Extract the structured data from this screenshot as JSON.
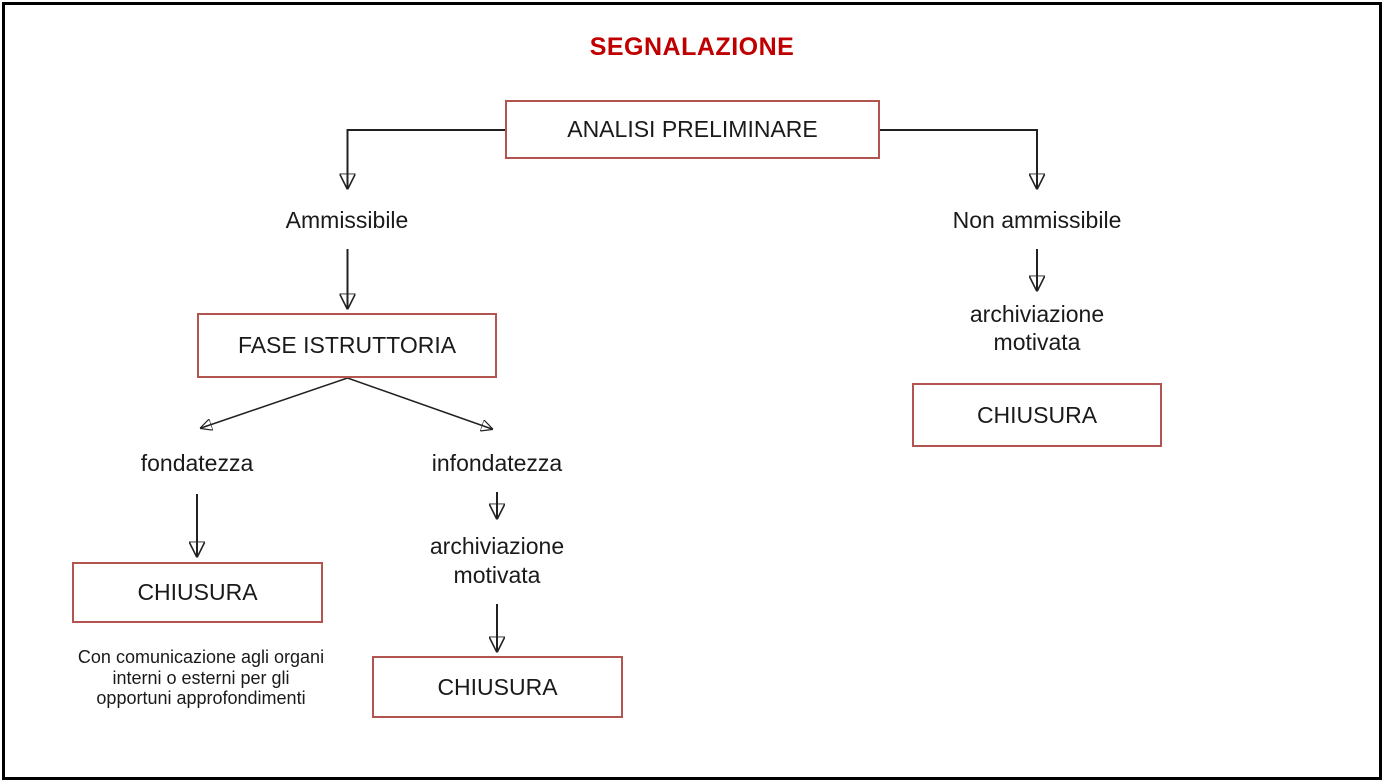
{
  "title": "SEGNALAZIONE",
  "colors": {
    "title_red": "#C00000",
    "box_border": "#B25450",
    "connector_black": "#212121",
    "frame_black": "#000000",
    "background": "#FFFFFF"
  },
  "flow": {
    "analisi_preliminare": "ANALISI PRELIMINARE",
    "ammissibile": "Ammissibile",
    "non_ammissibile": "Non ammissibile",
    "fase_istruttoria": "FASE ISTRUTTORIA",
    "fondatezza": "fondatezza",
    "infondatezza": "infondatezza",
    "archiviazione_motivata_center": "archiviazione motivata",
    "archiviazione_motivata_right": "archiviazione motivata",
    "chiusura_fondatezza": "CHIUSURA",
    "chiusura_infondatezza": "CHIUSURA",
    "chiusura_non_ammissibile": "CHIUSURA",
    "note_lines": [
      "Con comunicazione agli organi",
      "interni o esterni per gli",
      "opportuni approfondimenti"
    ]
  }
}
